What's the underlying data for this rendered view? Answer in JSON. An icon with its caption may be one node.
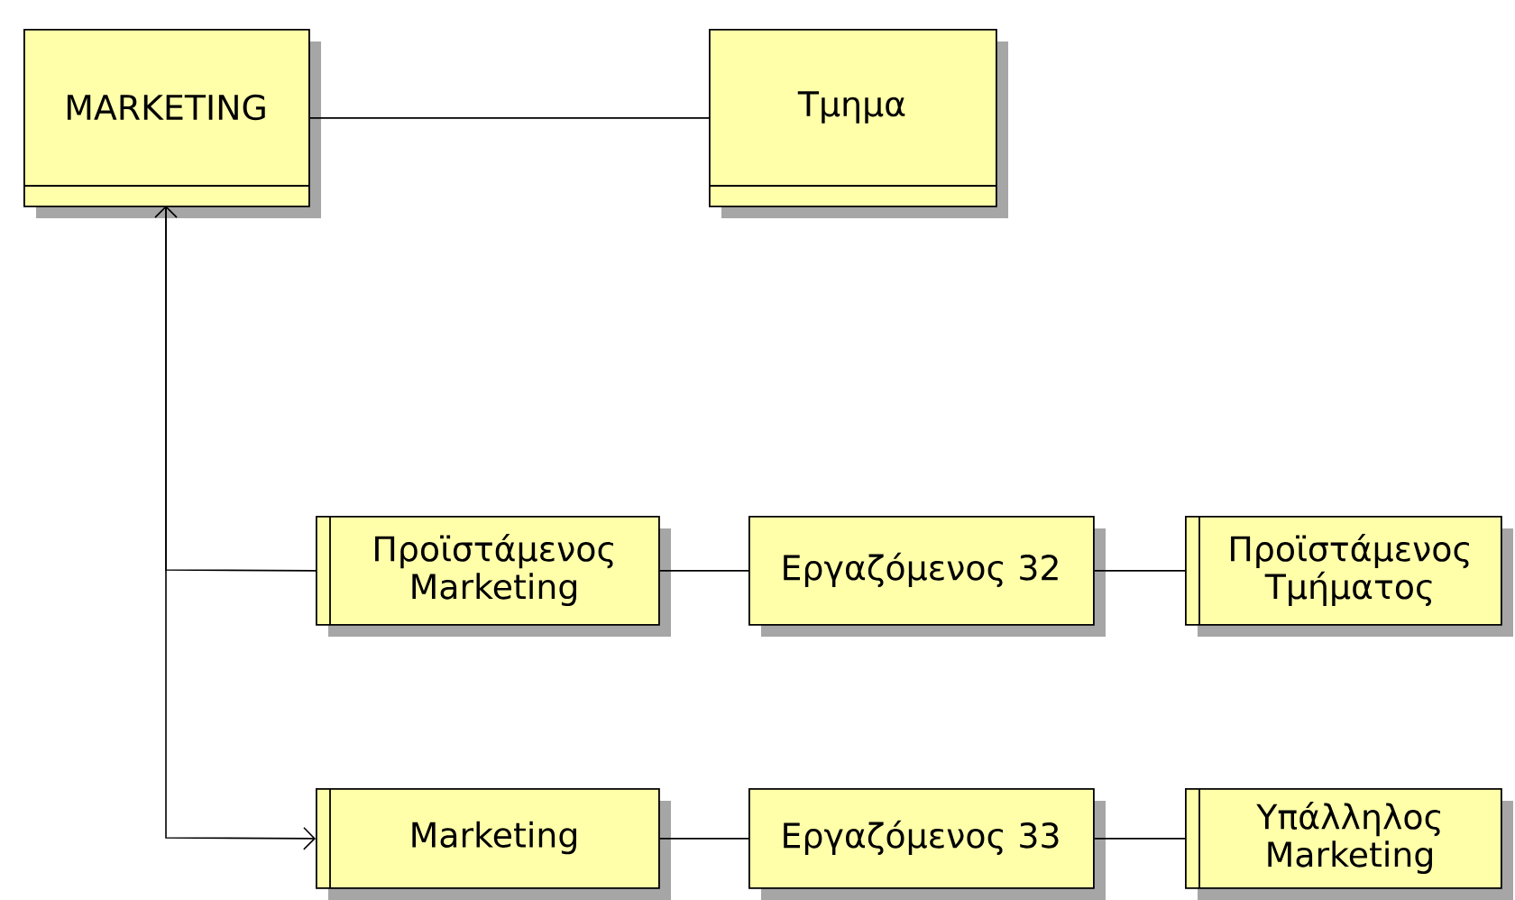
{
  "diagram": {
    "nodes": [
      {
        "text": [
          "MARKETING"
        ]
      },
      {
        "text": [
          "Τμημα"
        ]
      },
      {
        "text": [
          "Προϊστάμενος Marketing"
        ]
      },
      {
        "text": [
          "Εργαζόμενος 32"
        ]
      },
      {
        "text": [
          "Προϊστάμενος Τμήματος"
        ]
      },
      {
        "text": [
          "Marketing"
        ]
      },
      {
        "text": [
          "Εργαζόμενος 33"
        ]
      },
      {
        "text": [
          "Υπάλληλος Marketing"
        ]
      }
    ],
    "edges": [
      {
        "from": 0,
        "to": 1,
        "arrow": "none"
      },
      {
        "from": 2,
        "to": 0,
        "arrow": "to"
      },
      {
        "from": 0,
        "to": 5,
        "arrow": "to"
      },
      {
        "from": 2,
        "to": 3,
        "arrow": "none"
      },
      {
        "from": 3,
        "to": 4,
        "arrow": "none"
      },
      {
        "from": 5,
        "to": 6,
        "arrow": "none"
      },
      {
        "from": 6,
        "to": 7,
        "arrow": "none"
      }
    ]
  }
}
